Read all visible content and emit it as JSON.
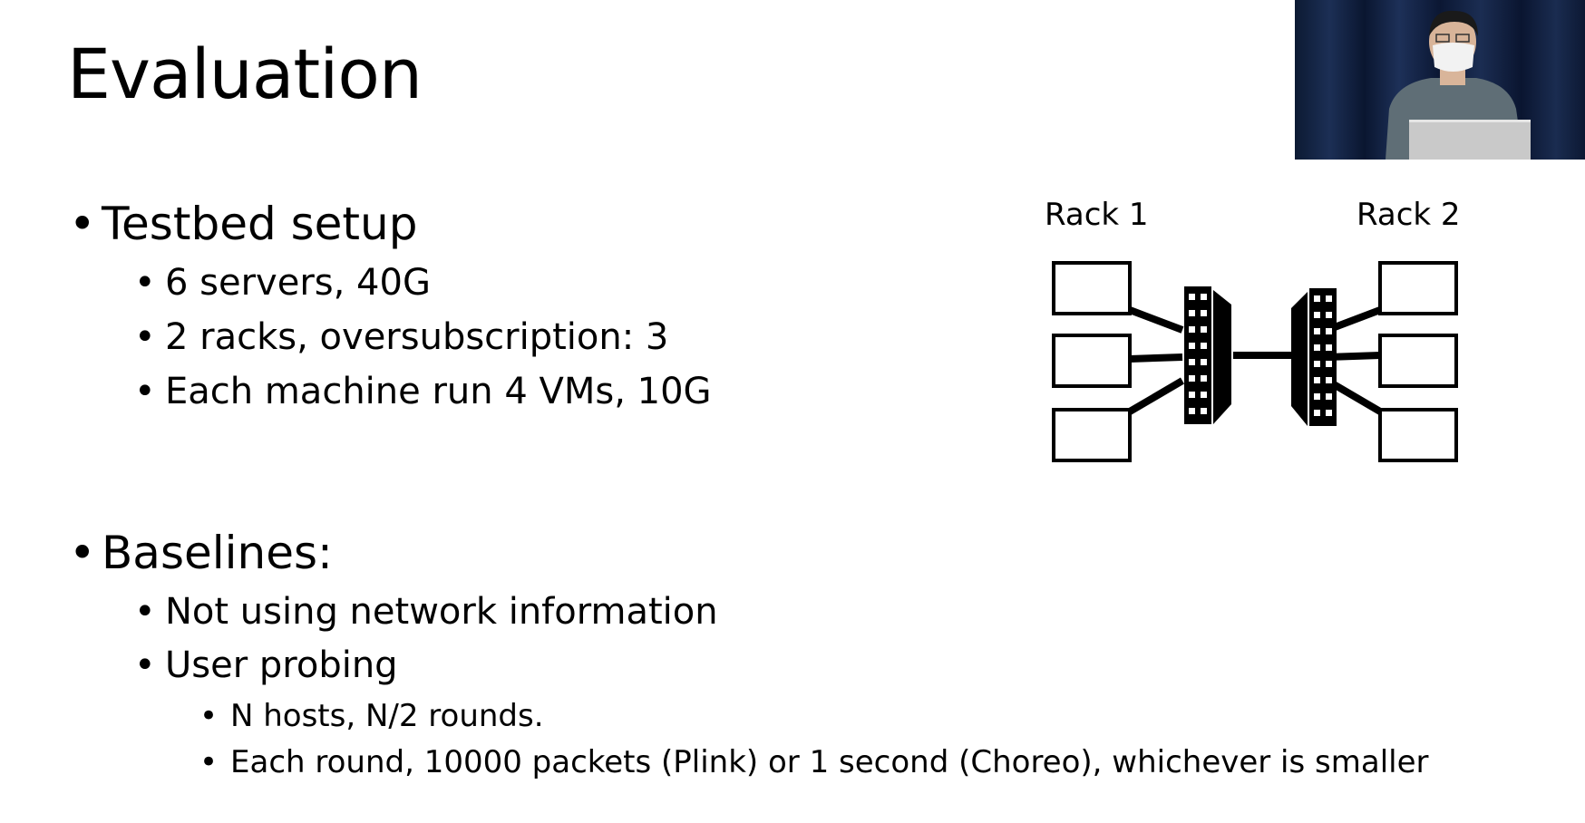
{
  "slide": {
    "title": "Evaluation",
    "bullets": [
      {
        "text": "Testbed setup",
        "children": [
          {
            "text": "6 servers, 40G"
          },
          {
            "text": "2 racks, oversubscription: 3"
          },
          {
            "text": "Each machine run 4 VMs, 10G"
          }
        ]
      },
      {
        "text": "Baselines:",
        "children": [
          {
            "text": "Not using network information"
          },
          {
            "text": "User probing",
            "children": [
              {
                "text": "N hosts, N/2 rounds."
              },
              {
                "text": "Each round, 10000 packets (Plink) or 1 second (Choreo), whichever is smaller"
              }
            ]
          }
        ]
      }
    ],
    "bullet_glyph": "•"
  },
  "diagram": {
    "rack1_label": "Rack 1",
    "rack2_label": "Rack 2"
  },
  "video_overlay": {
    "description_icon": "speaker-video-icon"
  }
}
